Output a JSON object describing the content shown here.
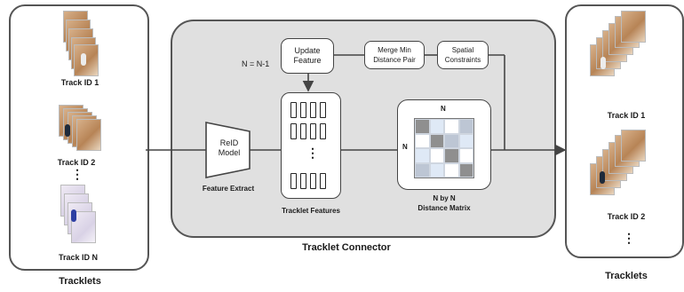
{
  "left_panel": {
    "tracks": [
      {
        "label": "Track ID 1"
      },
      {
        "label": "Track ID 2"
      },
      {
        "label": "Track ID N"
      }
    ],
    "ellipsis": "⋮",
    "caption": "Tracklets"
  },
  "connector": {
    "caption": "Tracklet Connector",
    "reid_model": "ReID\nModel",
    "feature_extract": "Feature Extract",
    "update_feature": "Update\nFeature",
    "n_update": "N = N-1",
    "merge_min": "Merge Min\nDistance Pair",
    "spatial": "Spatial\nConstraints",
    "tracklet_features": "Tracklet Features",
    "features_ellipsis": "⋮",
    "matrix_top": "N",
    "matrix_left": "N",
    "matrix_caption": "N by N\nDistance Matrix"
  },
  "right_panel": {
    "tracks": [
      {
        "label": "Track ID 1"
      },
      {
        "label": "Track ID 2"
      }
    ],
    "ellipsis": "⋮",
    "caption": "Tracklets"
  },
  "colors": {
    "matrix_dark": "#8f8f8f",
    "matrix_mid": "#bdc6d4",
    "matrix_light": "#dfe9f6",
    "matrix_white": "#ffffff",
    "connector_bg": "#e0e0e0"
  },
  "matrix": [
    [
      "dark",
      "light",
      "white",
      "mid"
    ],
    [
      "white",
      "dark",
      "mid",
      "light"
    ],
    [
      "light",
      "white",
      "dark",
      "white"
    ],
    [
      "mid",
      "light",
      "white",
      "dark"
    ]
  ]
}
